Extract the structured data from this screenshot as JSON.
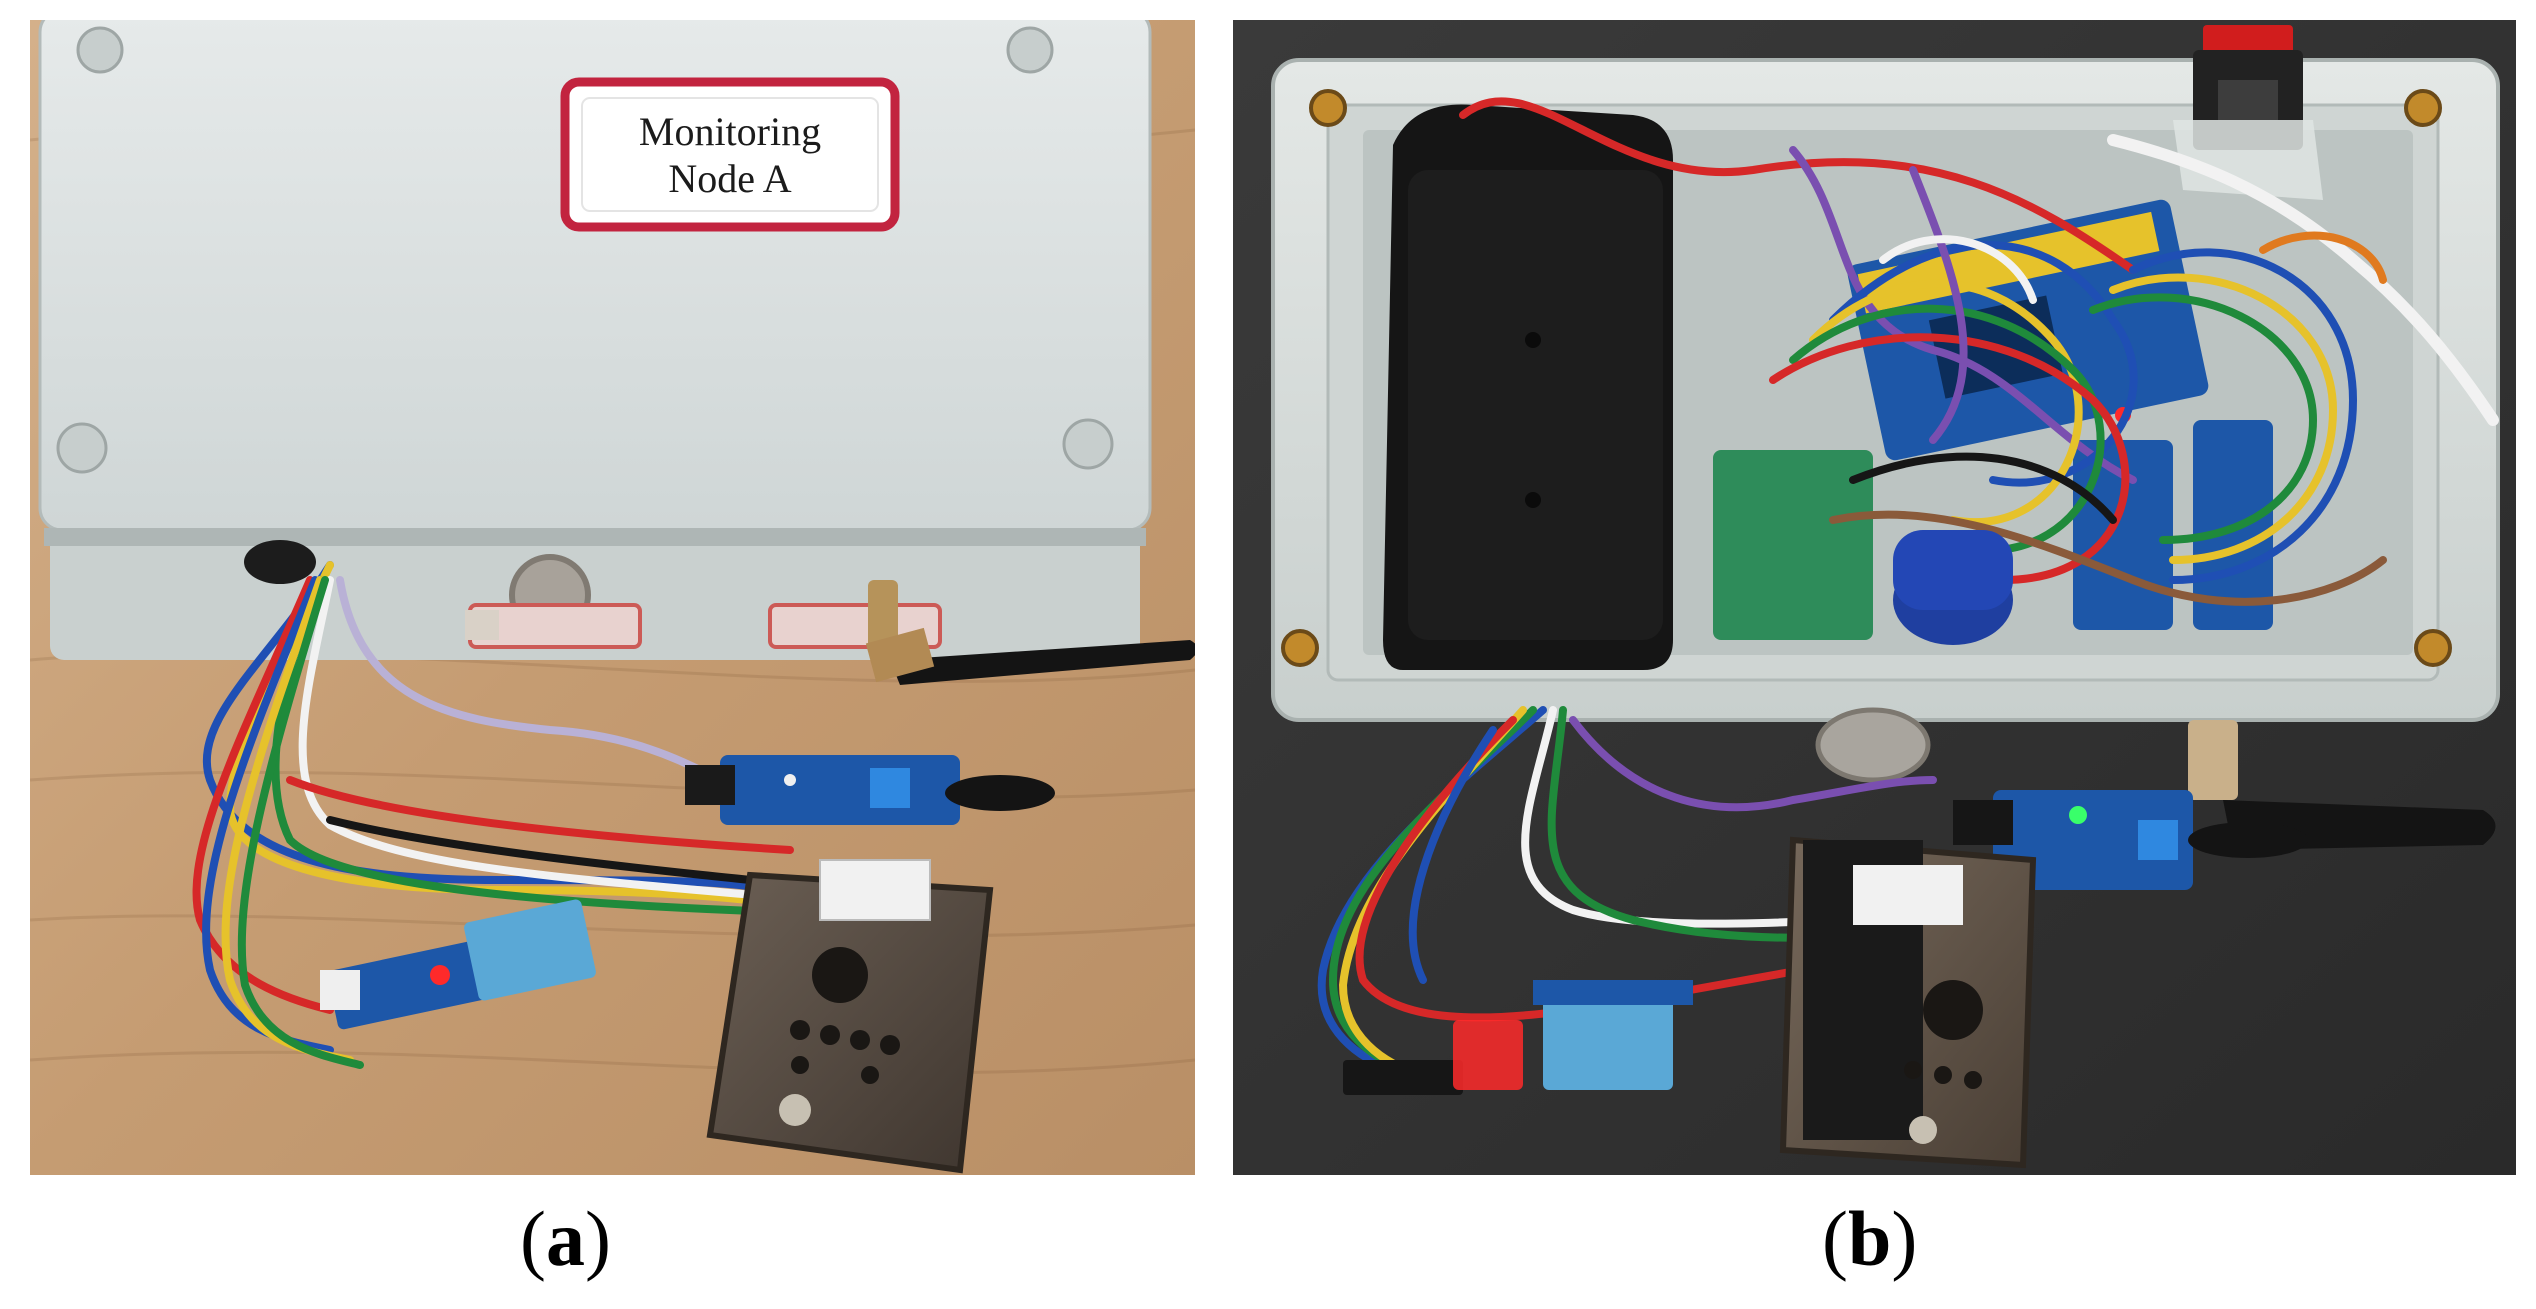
{
  "figure": {
    "panels": [
      {
        "id": "a",
        "caption_letter": "a",
        "label_text": [
          "Monitoring",
          "Node A"
        ]
      },
      {
        "id": "b",
        "caption_letter": "b"
      }
    ],
    "colors": {
      "wood": "#c8a27a",
      "enclosure": "#dfe4e3",
      "enclosure_shadow": "#b9c0bf",
      "label_border": "#c2243f",
      "dark_background": "#3a3a3a",
      "battery_box": "#151515",
      "sensor_board_blue": "#1d57a8",
      "dht_sensor_blue": "#5aa8d6",
      "dust_sensor_frame": "#5c5148",
      "antenna_black": "#141414",
      "wire_red": "#d62828",
      "wire_green": "#1f8a3b",
      "wire_yellow": "#e6c22b",
      "wire_blue": "#1f4fb4",
      "wire_white": "#f2f2f2",
      "wire_purple": "#7a4fb0",
      "wire_black": "#161616",
      "wire_orange": "#e07a1f",
      "led_red": "#ff2a2a",
      "led_green": "#39ff6a"
    }
  }
}
